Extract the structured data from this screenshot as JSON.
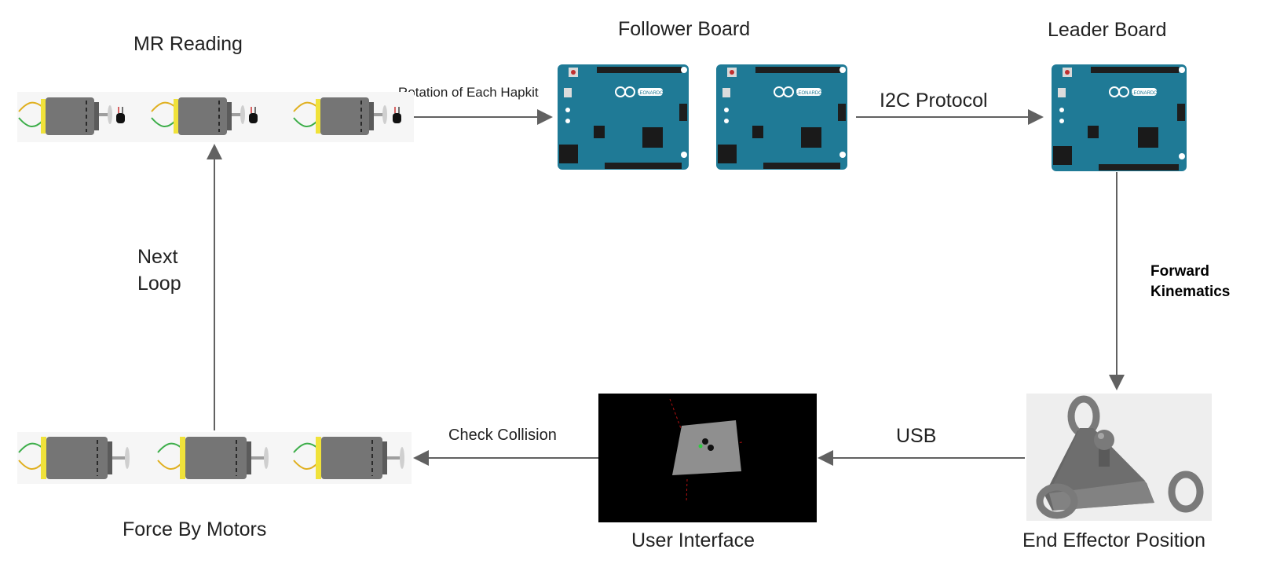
{
  "labels": {
    "mr_reading": "MR Reading",
    "follower_board": "Follower Board",
    "leader_board": "Leader Board",
    "rotation": "Rotation of Each Hapkit",
    "i2c": "I2C Protocol",
    "forward_kinematics": [
      "Forward",
      "Kinematics"
    ],
    "next_loop": [
      "Next",
      "Loop"
    ],
    "end_effector": "End Effector Position",
    "user_interface": "User Interface",
    "force_by_motors": "Force By Motors",
    "usb": "USB",
    "check_collision": "Check Collision"
  },
  "board_text": {
    "model": "LEONARDO"
  },
  "colors": {
    "arrow": "#616161",
    "board": "#1f7a96",
    "board_dark": "#145a70",
    "motor_body": "#757575",
    "motor_cap": "#f0e23a",
    "ui_background": "#000000",
    "ui_plate": "#8f8f8f",
    "effector": "#676767"
  }
}
